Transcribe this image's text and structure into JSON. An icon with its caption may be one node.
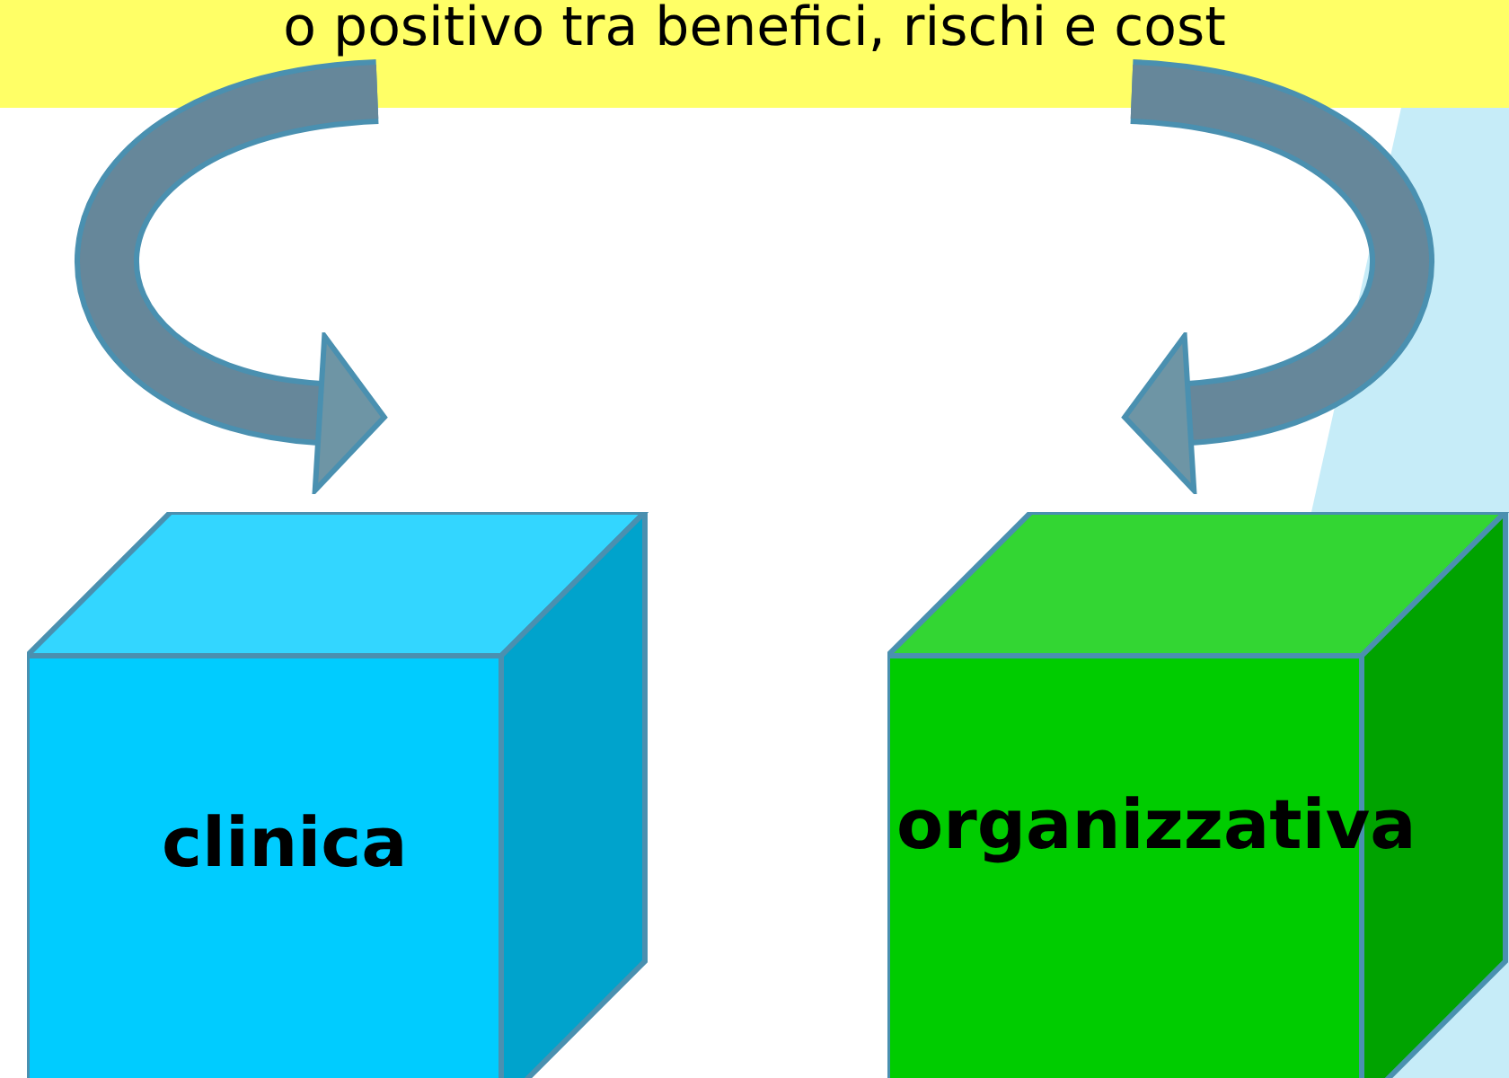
{
  "diagram": {
    "nodes": [
      {
        "text": [
          "o positivo tra benefici, rischi e cost"
        ]
      },
      {
        "text": [
          "clinica"
        ]
      },
      {
        "text": [
          "organizzativa"
        ]
      }
    ],
    "edges": [
      {
        "from": 0,
        "to": 1,
        "arrow": "to"
      },
      {
        "from": 0,
        "to": 2,
        "arrow": "to"
      }
    ]
  }
}
